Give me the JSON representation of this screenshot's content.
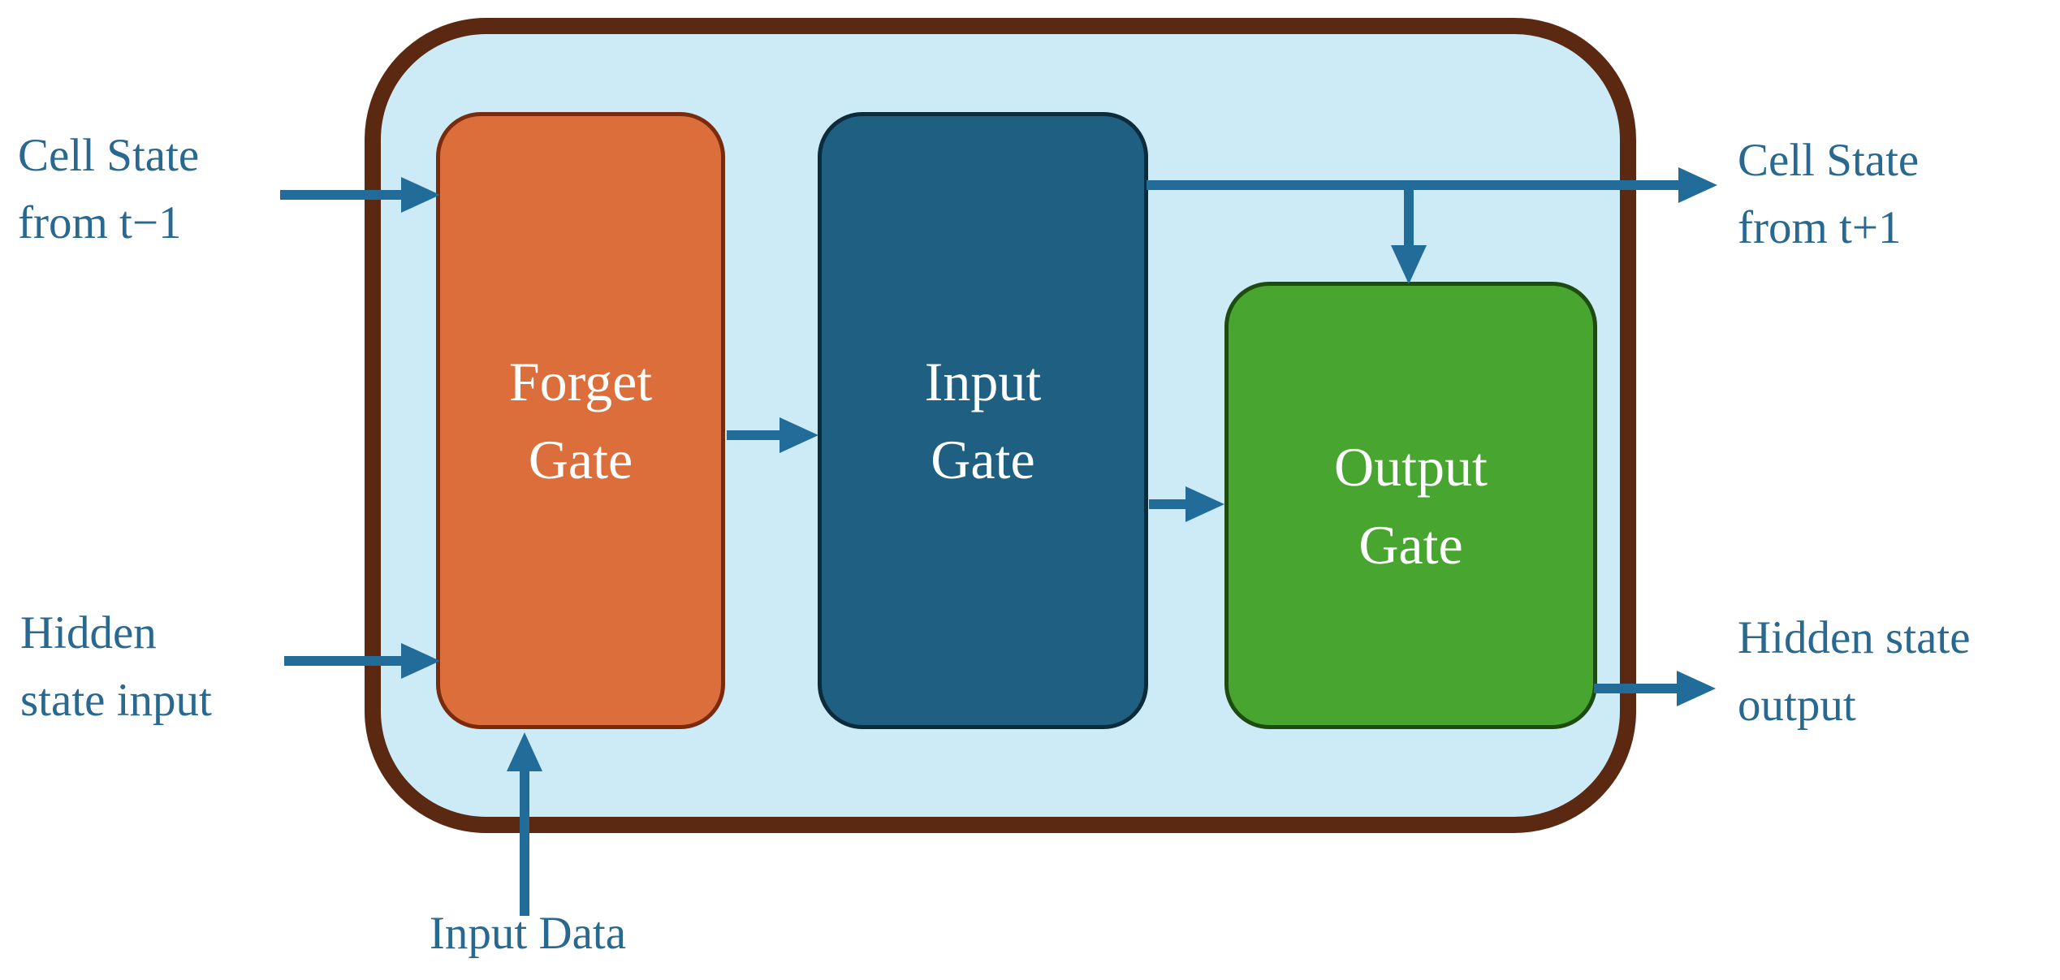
{
  "gates": {
    "forget": {
      "line1": "Forget",
      "line2": "Gate"
    },
    "input": {
      "line1": "Input",
      "line2": "Gate"
    },
    "output": {
      "line1": "Output",
      "line2": "Gate"
    }
  },
  "labels": {
    "cell_state_in": {
      "line1": "Cell State",
      "line2": "from t−1"
    },
    "hidden_state_in": {
      "line1": "Hidden",
      "line2": "state input"
    },
    "input_data": {
      "text": "Input Data"
    },
    "cell_state_out": {
      "line1": "Cell State",
      "line2": "from t+1"
    },
    "hidden_state_out": {
      "line1": "Hidden state",
      "line2": "output"
    }
  },
  "colors": {
    "page_bg": "#FFFFFF",
    "container_fill": "#CDEAF7",
    "container_border": "#5B2912",
    "forget_fill": "#DC6E3C",
    "forget_border": "#7A2B0E",
    "input_fill": "#1F5F81",
    "input_border": "#0C2C3C",
    "output_fill": "#48A52F",
    "output_border": "#1D4B10",
    "arrow": "#216C99",
    "label_text": "#29688F",
    "gate_text": "#FFFFFF"
  }
}
